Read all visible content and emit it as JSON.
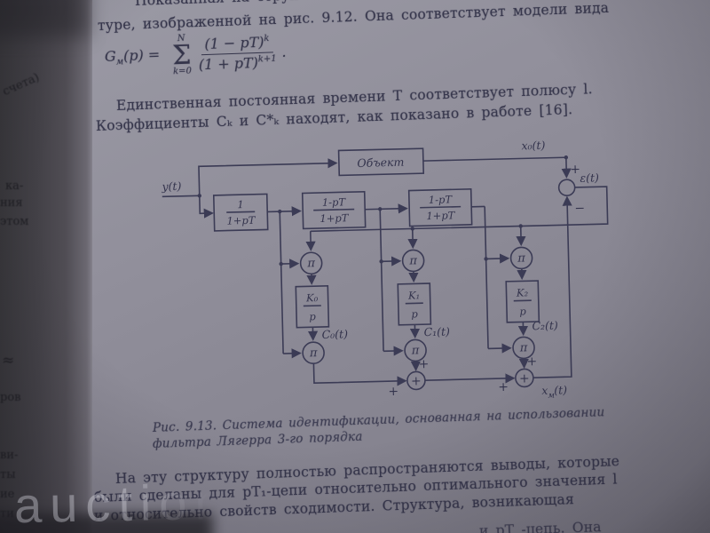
{
  "colors": {
    "page": "#8b8a95",
    "left_page_shadow": "#37363a",
    "ink": "#34344a",
    "diagram_ink": "#3b3b55",
    "watermark": "#eeeef6"
  },
  "watermark_text": "auction",
  "left_page": {
    "fragments": [
      {
        "text": "счета)"
      },
      {
        "text": "ка-"
      },
      {
        "text": "ния"
      },
      {
        "text": "этом"
      },
      {
        "text": "≈"
      },
      {
        "text": "ров"
      },
      {
        "text": "ви-"
      },
      {
        "text": "ты"
      },
      {
        "text": "ие"
      },
      {
        "text": "ти"
      }
    ]
  },
  "article": {
    "top_partial": "Показанная на струк-",
    "intro_line": "туре, изображенной на рис. 9.12. Она соответствует модели вида",
    "formula": {
      "lhs_base": "G",
      "lhs_sub": "м",
      "lhs_rest": "(p) =",
      "sum_top": "N",
      "sum_symbol": "Σ",
      "sum_bottom": "k=0",
      "num_base": "(1 − pT)",
      "num_exp": "k",
      "den_base": "(1 + pT)",
      "den_exp": "k+1",
      "tail": "."
    },
    "para2_line1": "Единственная  постоянная  времени  T  соответствует  полюсу  l.",
    "para2_line2": "Коэффициенты  Cₖ  и  C*ₖ  находят,  как  показано  в  работе  [16].",
    "caption_line1": "Рис. 9.13. Система  идентификации,  основанная на использовании",
    "caption_line2": "фильтра Лягерра 3-го порядка",
    "para3_line1": "На эту структуру полностью распространяются выводы, которые",
    "para3_line2": "были сделаны для pT₁-цепи относительно оптимального значения l",
    "para3_line3": "и относительно свойств сходимости. Структура, возникающая",
    "para3_line4_partial": "и pT -цепь. Она"
  },
  "diagram": {
    "object_label": "Объект",
    "input_label": "y(t)",
    "object_output_label": "x₀(t)",
    "error_label": "ε(t)",
    "model_output_base": "x",
    "model_output_sub": "м",
    "model_output_paren": "(t)",
    "filter1": {
      "num": "1",
      "den": "1+pT"
    },
    "filter2": {
      "num": "1-pT",
      "den": "1+pT"
    },
    "filter3": {
      "num": "1-pT",
      "den": "1+pT"
    },
    "gain0": {
      "num": "K₀",
      "den": "p"
    },
    "gain1": {
      "num": "K₁",
      "den": "p"
    },
    "gain2": {
      "num": "K₂",
      "den": "p"
    },
    "multiplier_symbol": "π",
    "coef0": "C₀(t)",
    "coef1": "C₁(t)",
    "coef2": "C₂(t)",
    "plus": "+",
    "minus": "−"
  }
}
